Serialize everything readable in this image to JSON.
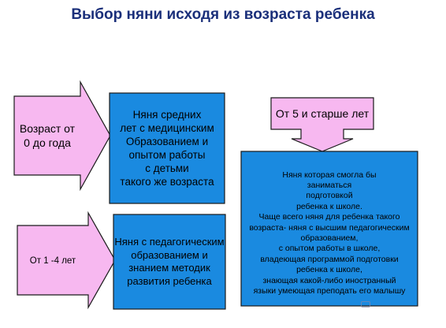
{
  "title": "Выбор няни исходя из возраста ребенка",
  "colors": {
    "pink": "#f7b8f0",
    "blue": "#1a8ae0",
    "border": "#1a1a1a",
    "title": "#1a2f7a"
  },
  "boxes": {
    "age_0_1": "Возраст от\n0 до года",
    "nanny_medical": "Няня средних\nлет с медицинским\nОбразованием и\nопытом работы\nс детьми\nтакого же возраста",
    "age_1_4": "От 1 -4 лет",
    "nanny_pedagogical": "Няня с педагогическим\nобразованием и\nзнанием методик\n развития ребенка",
    "age_5_plus": "От 5 и старше лет",
    "nanny_school": "Няня которая смогла бы\nзаниматься\nподготовкой\nребенка к школе.\nЧаще всего няня для ребенка такого\nвозраста- няня с высшим педагогическим\nобразованием,\nс опытом работы в школе,\nвладеющая программой подготовки\nребенка к школе,\nзнающая какой-либо иностранный\nязыки умеющая преподать его малышу"
  }
}
